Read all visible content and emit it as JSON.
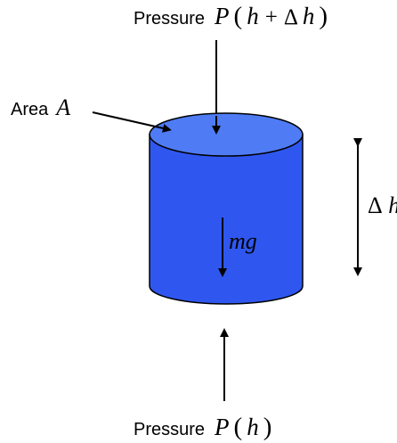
{
  "labels": {
    "pressure_top_word": "Pressure",
    "pressure_top_expr": {
      "func": "P",
      "open": "(",
      "var_h": "h",
      "plus": "+",
      "delta": "Δ",
      "var_h2": "h",
      "close": ")"
    },
    "area_word": "Area",
    "area_symbol": "A",
    "height_delta": "Δ",
    "height_var": "h",
    "weight": "mg",
    "pressure_bottom_word": "Pressure",
    "pressure_bottom_expr": {
      "func": "P",
      "open": "(",
      "var_h": "h",
      "close": ")"
    }
  },
  "colors": {
    "cylinder_body": "#2f57f0",
    "cylinder_top": "#4f7cf4",
    "outline": "#000000"
  }
}
